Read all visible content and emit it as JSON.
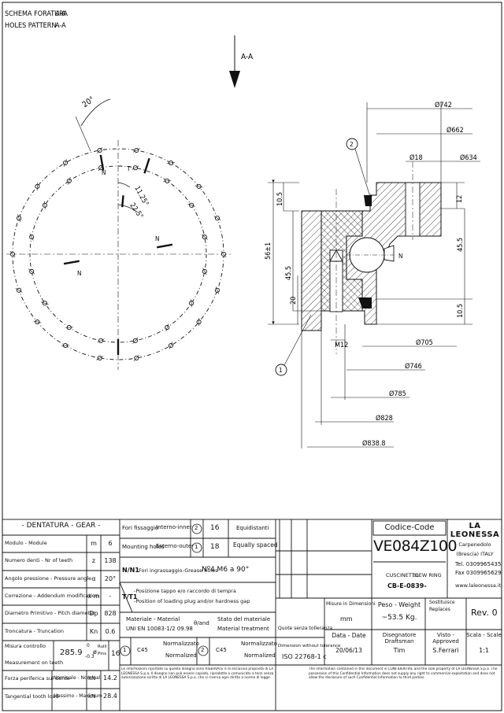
{
  "header": {
    "schema_label_it": "SCHEMA FORATURA",
    "schema_label_en": "HOLES PATTERN",
    "section_id": "A-A"
  },
  "section_marker": "A-A",
  "pattern": {
    "angle_pitch": "20°",
    "angle_a": "11.25°",
    "angle_b": "22.5°",
    "marks": {
      "n": "N",
      "t": "T"
    }
  },
  "section": {
    "dims": {
      "d742": "Ø742",
      "d662": "Ø662",
      "d18": "Ø18",
      "d634": "Ø634",
      "h10_5_top": "10.5",
      "h56": "56±1",
      "h45_5_left": "45.5",
      "h20": "20",
      "h12": "12",
      "h45_5_right": "45.5",
      "h10_5_bottom": "10.5",
      "m12": "M12",
      "d705": "Ø705",
      "d746": "Ø746",
      "d785": "Ø785",
      "d828": "Ø828",
      "d838_8": "Ø838.8"
    },
    "balloon_1": "1",
    "balloon_2": "2",
    "mark_n": "N"
  },
  "titleblock": {
    "gear": {
      "title": "- DENTATURA - GEAR -",
      "rows": [
        {
          "label": "Modulo - Module",
          "sym": "m",
          "val": "6"
        },
        {
          "label": "Numero denti - Nr of teeth",
          "sym": "z",
          "val": "138"
        },
        {
          "label": "Angolo pressione - Pressure angle",
          "sym": "α",
          "val": "20°"
        },
        {
          "label": "Correzione - Addendum modification",
          "sym": "x·m",
          "val": "-"
        },
        {
          "label": "Diametro Primitivo - Pitch diameter",
          "sym": "Dp",
          "val": "828"
        },
        {
          "label": "Troncatura - Truncation",
          "sym": "Kn",
          "val": "0.6"
        }
      ],
      "measure_label_1": "Misura controllo",
      "measure_label_2": "Measurement on teeth",
      "measure_val": "285.9",
      "measure_tol_up": "0",
      "measure_tol_lo": "-0.3",
      "pin_sym": "ø",
      "pin_label_1": "Rulli",
      "pin_label_2": "Pins",
      "pin_val": "16",
      "force_label": "Forza periferica sul dente",
      "force_type": "Nominale - Nominal",
      "force_unit": "kN",
      "force_val": "14.2",
      "load_label": "Tangential tooth load",
      "load_type": "Massimo - Maximum",
      "load_unit": "kN",
      "load_val": "28.4"
    },
    "holes": {
      "fori_label": "Fori fissaggio",
      "fori_inner": "Interno-inner",
      "fori_inner_num": "2",
      "fori_inner_val": "16",
      "fori_spacing_it": "Equidistanti",
      "mounting_label": "Mounting holes",
      "fori_outer": "Esterno-outer",
      "fori_outer_num": "1",
      "fori_outer_val": "18",
      "fori_spacing_en": "Equally spaced",
      "grease_sym": "N/N1",
      "grease_label": "Fori ingrassaggio-Grease holes",
      "grease_val": "Nº4 M6 a 90°",
      "plug_sym": "T/T1",
      "plug_it": "-Posizione tappo e/o raccordo di tempra",
      "plug_en": "-Position of loading plug and/or hardness gap",
      "mat_label": "Materiale - Material",
      "mat_std": "UNI EN 10083-1/2 09.98",
      "mat_sym": "θ/and",
      "treat_label_1": "Stato del materiale",
      "treat_label_2": "Material treatment",
      "mat1_num": "1",
      "mat1_val": "C45",
      "mat1_treat_1": "Normalizzato",
      "mat1_treat_2": "Normalized",
      "mat2_num": "2",
      "mat2_val": "C45",
      "mat2_treat_1": "Normalizzato",
      "mat2_treat_2": "Normalized"
    },
    "tolerance": {
      "quote_label": "Quote senza tolleranza",
      "dim_label": "Dimension without tolerance",
      "std": "ISO 22768-1 c",
      "units_label_1": "Misure in Dimensioni",
      "units_val": "mm"
    },
    "code": {
      "label": "Codice-Code",
      "value": "VE084Z100",
      "desc_it": "CUSCINETTO",
      "desc_en": "SLEW RING",
      "sub": "CB-E-0839-",
      "weight_label": "Peso - Weight",
      "weight_val": "~53.5 Kg.",
      "replaces_label_1": "Sostituisce",
      "replaces_label_2": "Replaces",
      "rev": "Rev. 0",
      "date_label": "Data - Date",
      "date_val": "20/06/13",
      "drafts_label": "Disegnatore Draftsman",
      "drafts_val": "Tim",
      "approved_label": "Visto - Approved",
      "approved_val": "S.Ferrari",
      "scale_label": "Scala - Scale",
      "scale_val": "1:1"
    },
    "company": {
      "name": "LA LEONESSA",
      "l1": "Carpenedolo",
      "l2": "(Brescia) ITALY",
      "tel": "Tel. 0309965435",
      "fax": "Fax 0309965629",
      "web": "www.laleonessa.it"
    },
    "note_it": "Le informazioni riportate su questo disegno sono RISERVATE e di esclusiva proprietà di LA LEONESSA S.p.a. Il disegno non può essere copiato, riprodotto o comunicato a terzi senza autorizzazione scritta di LA LEONESSA S.p.a. che si riserva ogni diritto a norma di legge.",
    "note_en": "The information contained in this document is CONFIDENTIAL and the sole property of LA LEONESSA S.p.a. The possession of this Confidential Information does not supply any right to commercial exploitation and does not allow the disclosure of such Confidential Information to third parties."
  }
}
